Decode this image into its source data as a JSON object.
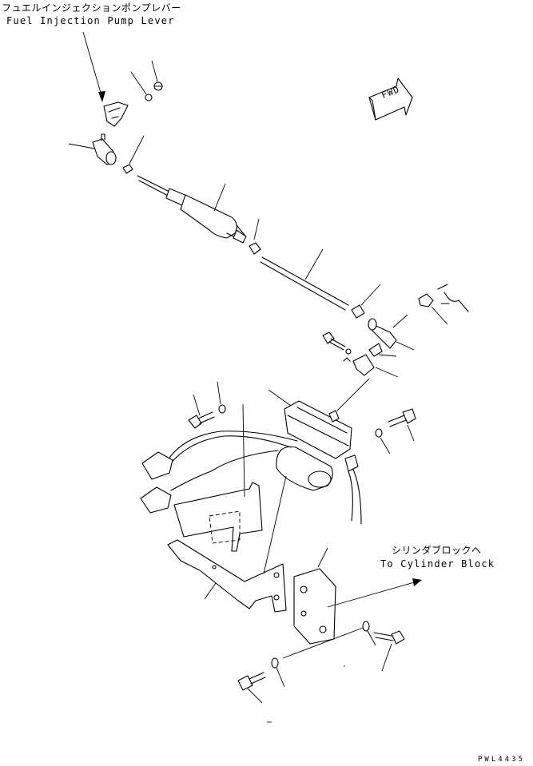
{
  "labels": {
    "pump_lever_jp": "フュエルインジェクションポンプレバー",
    "pump_lever_en": "Fuel Injection Pump Lever",
    "cyl_block_jp": "シリンダブロックへ",
    "cyl_block_en": "To Cylinder Block",
    "fwd_mark": "FWD",
    "drawing_code": "PWL4435"
  }
}
